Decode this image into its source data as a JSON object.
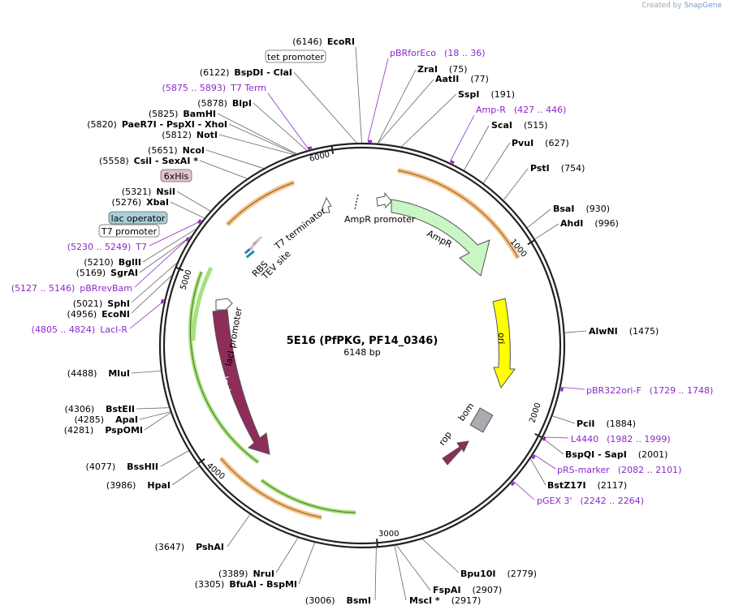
{
  "credit": {
    "prefix": "Created by",
    "brand": "SnapGene"
  },
  "map": {
    "name": "5E16 (PfPKG, PF14_0346)",
    "length": "6148 bp"
  },
  "ticks": [
    "1000",
    "2000",
    "3000",
    "4000",
    "5000",
    "6000"
  ],
  "sites": [
    {
      "pos": "(6146)",
      "name": "EcoRI"
    },
    {
      "pos": "(75)",
      "name": "ZraI"
    },
    {
      "pos": "(77)",
      "name": "AatII"
    },
    {
      "pos": "(191)",
      "name": "SspI"
    },
    {
      "pos": "(515)",
      "name": "ScaI"
    },
    {
      "pos": "(627)",
      "name": "PvuI"
    },
    {
      "pos": "(754)",
      "name": "PstI"
    },
    {
      "pos": "(930)",
      "name": "BsaI"
    },
    {
      "pos": "(996)",
      "name": "AhdI"
    },
    {
      "pos": "(1475)",
      "name": "AlwNI"
    },
    {
      "pos": "(1884)",
      "name": "PciI"
    },
    {
      "pos": "(2001)",
      "name": "BspQI - SapI"
    },
    {
      "pos": "(2117)",
      "name": "BstZ17I"
    },
    {
      "pos": "(2779)",
      "name": "Bpu10I"
    },
    {
      "pos": "(2907)",
      "name": "FspAI"
    },
    {
      "pos": "(2917)",
      "name": "MscI *"
    },
    {
      "pos": "(3006)",
      "name": "BsmI"
    },
    {
      "pos": "(3305)",
      "name": "BfuAI - BspMI"
    },
    {
      "pos": "(3389)",
      "name": "NruI"
    },
    {
      "pos": "(3647)",
      "name": "PshAI"
    },
    {
      "pos": "(3986)",
      "name": "HpaI"
    },
    {
      "pos": "(4077)",
      "name": "BssHII"
    },
    {
      "pos": "(4281)",
      "name": "PspOMI"
    },
    {
      "pos": "(4285)",
      "name": "ApaI"
    },
    {
      "pos": "(4306)",
      "name": "BstEII"
    },
    {
      "pos": "(4488)",
      "name": "MluI"
    },
    {
      "pos": "(4956)",
      "name": "EcoNI"
    },
    {
      "pos": "(5021)",
      "name": "SphI"
    },
    {
      "pos": "(5169)",
      "name": "SgrAI"
    },
    {
      "pos": "(5210)",
      "name": "BglII"
    },
    {
      "pos": "(5276)",
      "name": "XbaI"
    },
    {
      "pos": "(5321)",
      "name": "NsiI"
    },
    {
      "pos": "(5558)",
      "name": "CsiI - SexAI *"
    },
    {
      "pos": "(5651)",
      "name": "NcoI"
    },
    {
      "pos": "(5812)",
      "name": "NotI"
    },
    {
      "pos": "(5820)",
      "name": "PaeR7I - PspXI - XhoI"
    },
    {
      "pos": "(5825)",
      "name": "BamHI"
    },
    {
      "pos": "(5878)",
      "name": "BlpI"
    },
    {
      "pos": "(6122)",
      "name": "BspDI - ClaI"
    }
  ],
  "primers": [
    {
      "name": "pBRforEco",
      "range": "(18 .. 36)"
    },
    {
      "name": "Amp-R",
      "range": "(427 .. 446)"
    },
    {
      "name": "pBR322ori-F",
      "range": "(1729 .. 1748)"
    },
    {
      "name": "L4440",
      "range": "(1982 .. 1999)"
    },
    {
      "name": "pRS-marker",
      "range": "(2082 .. 2101)"
    },
    {
      "name": "pGEX 3'",
      "range": "(2242 .. 2264)"
    },
    {
      "name": "LacI-R",
      "range": "(4805 .. 4824)"
    },
    {
      "name": "pBRrevBam",
      "range": "(5127 .. 5146)"
    },
    {
      "name": "T7",
      "range": "(5230 .. 5249)"
    },
    {
      "name": "T7 Term",
      "range": "(5875 .. 5893)"
    }
  ],
  "boxed_features": [
    {
      "name": "tet promoter",
      "fill": "#ffffff"
    },
    {
      "name": "6xHis",
      "fill": "#e2c2d0"
    },
    {
      "name": "lac operator",
      "fill": "#a9cfd8"
    },
    {
      "name": "T7 promoter",
      "fill": "#ffffff"
    }
  ],
  "features": [
    {
      "name": "AmpR promoter"
    },
    {
      "name": "AmpR",
      "color": "#c8f7c5"
    },
    {
      "name": "ori",
      "color": "#ffff00"
    },
    {
      "name": "bom",
      "color": "#a9acb0"
    },
    {
      "name": "rop",
      "color": "#8e2c5a"
    },
    {
      "name": "lacI",
      "color": "#8e2c5a"
    },
    {
      "name": "lacI promoter"
    },
    {
      "name": "T7 terminator"
    },
    {
      "name": "RBS"
    },
    {
      "name": "TEV site"
    }
  ],
  "colors": {
    "primer": "#8d28c9",
    "orf_arrow": "#f6c38a",
    "orf_arrow_green": "#a8e07d",
    "backbone": "#222222"
  }
}
